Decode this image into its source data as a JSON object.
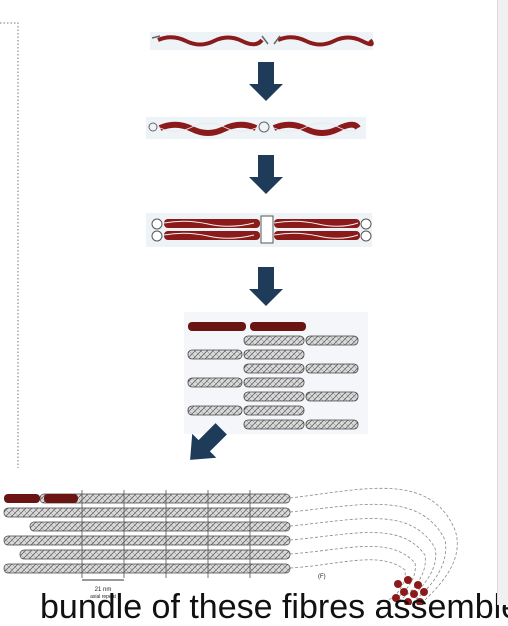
{
  "figure": {
    "scale_label": "21 nm",
    "scale_sublabel": "axial repeat",
    "panel_label": "(F)",
    "caption": "bundle of these fibres assemble"
  },
  "colors": {
    "helix": "#8b1a1a",
    "arrow": "#1f3b5a",
    "fibril": "#a8a8a8",
    "telopeptide": "#f2f2f2"
  },
  "stages": [
    {
      "name": "single-chain-stage"
    },
    {
      "name": "triple-helix-stage"
    },
    {
      "name": "procollagen-stage"
    },
    {
      "name": "staggered-array-stage"
    },
    {
      "name": "collagen-fibril-stage"
    }
  ]
}
